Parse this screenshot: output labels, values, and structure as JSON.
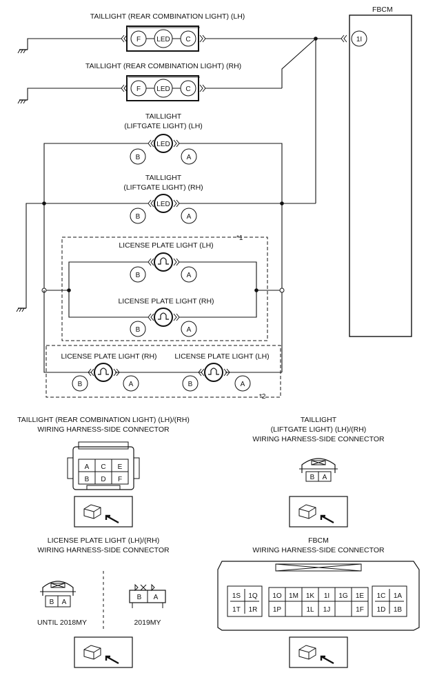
{
  "module": {
    "name": "FBCM",
    "pin": "1I"
  },
  "components": {
    "rcl_lh": {
      "title": "TAILLIGHT (REAR COMBINATION LIGHT) (LH)",
      "pins": [
        "F",
        "LED",
        "C"
      ]
    },
    "rcl_rh": {
      "title": "TAILLIGHT (REAR COMBINATION LIGHT) (RH)",
      "pins": [
        "F",
        "LED",
        "C"
      ]
    },
    "lg_lh": {
      "title_1": "TAILLIGHT",
      "title_2": "(LIFTGATE LIGHT) (LH)",
      "bulb": "LED",
      "pins": [
        "B",
        "A"
      ]
    },
    "lg_rh": {
      "title_1": "TAILLIGHT",
      "title_2": "(LIFTGATE LIGHT) (RH)",
      "bulb": "LED",
      "pins": [
        "B",
        "A"
      ]
    },
    "lp1_lh": {
      "title": "LICENSE PLATE LIGHT (LH)",
      "pins": [
        "B",
        "A"
      ]
    },
    "lp1_rh": {
      "title": "LICENSE PLATE LIGHT (RH)",
      "pins": [
        "B",
        "A"
      ]
    },
    "lp2_rh": {
      "title": "LICENSE PLATE LIGHT (RH)",
      "pins": [
        "B",
        "A"
      ]
    },
    "lp2_lh": {
      "title": "LICENSE PLATE LIGHT (LH)",
      "pins": [
        "B",
        "A"
      ]
    },
    "note1": "*1",
    "note2": "*2"
  },
  "connectors": {
    "rcl": {
      "line1": "TAILLIGHT (REAR COMBINATION LIGHT) (LH)/(RH)",
      "line2": "WIRING HARNESS-SIDE CONNECTOR",
      "top_row": [
        "A",
        "C",
        "E"
      ],
      "bottom_row": [
        "B",
        "D",
        "F"
      ]
    },
    "liftgate": {
      "line1": "TAILLIGHT",
      "line2": "(LIFTGATE LIGHT) (LH)/(RH)",
      "line3": "WIRING HARNESS-SIDE CONNECTOR",
      "pins": [
        "B",
        "A"
      ]
    },
    "license": {
      "line1": "LICENSE PLATE LIGHT (LH)/(RH)",
      "line2": "WIRING HARNESS-SIDE CONNECTOR",
      "left_caption": "UNTIL 2018MY",
      "right_caption": "2019MY",
      "left_pins": [
        "B",
        "A"
      ],
      "right_pins": [
        "B",
        "A"
      ]
    },
    "fbcm": {
      "line1": "FBCM",
      "line2": "WIRING HARNESS-SIDE CONNECTOR",
      "left_top": [
        "1S",
        "1Q"
      ],
      "left_bottom": [
        "1T",
        "1R"
      ],
      "mid_top": [
        "1O",
        "1M",
        "1K",
        "1I",
        "1G",
        "1E"
      ],
      "mid_bottom": [
        "1P",
        "1L",
        "1J",
        "1F"
      ],
      "right_top": [
        "1C",
        "1A"
      ],
      "right_bottom": [
        "1D",
        "1B"
      ]
    }
  }
}
